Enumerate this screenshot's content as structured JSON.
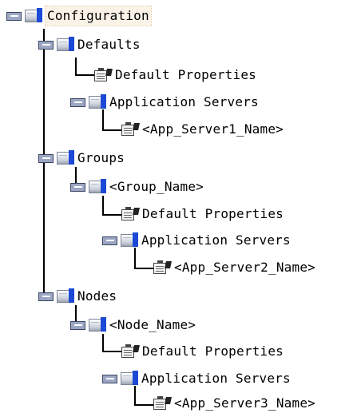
{
  "tree": {
    "root": {
      "label": "Configuration",
      "icon": "folder-icon",
      "expanded": true
    },
    "defaults": {
      "label": "Defaults",
      "icon": "folder-icon",
      "expanded": true,
      "default_properties": {
        "label": "Default Properties",
        "icon": "properties-icon"
      },
      "application_servers": {
        "label": "Application Servers",
        "icon": "folder-icon",
        "expanded": true,
        "server": {
          "label": "<App_Server1_Name>",
          "icon": "properties-icon"
        }
      }
    },
    "groups": {
      "label": "Groups",
      "icon": "folder-icon",
      "expanded": true,
      "group": {
        "label": "<Group_Name>",
        "icon": "folder-icon",
        "expanded": true,
        "default_properties": {
          "label": "Default Properties",
          "icon": "properties-icon"
        },
        "application_servers": {
          "label": "Application Servers",
          "icon": "folder-icon",
          "expanded": true,
          "server": {
            "label": "<App_Server2_Name>",
            "icon": "properties-icon"
          }
        }
      }
    },
    "nodes": {
      "label": "Nodes",
      "icon": "folder-icon",
      "expanded": true,
      "node": {
        "label": "<Node_Name>",
        "icon": "folder-icon",
        "expanded": true,
        "default_properties": {
          "label": "Default Properties",
          "icon": "properties-icon"
        },
        "application_servers": {
          "label": "Application Servers",
          "icon": "folder-icon",
          "expanded": true,
          "server": {
            "label": "<App_Server3_Name>",
            "icon": "properties-icon"
          }
        }
      }
    }
  },
  "colors": {
    "folder_accent": "#1d49d7",
    "toggle_fill": "#9aa6c2",
    "selection_background": "#fbf3e8"
  }
}
